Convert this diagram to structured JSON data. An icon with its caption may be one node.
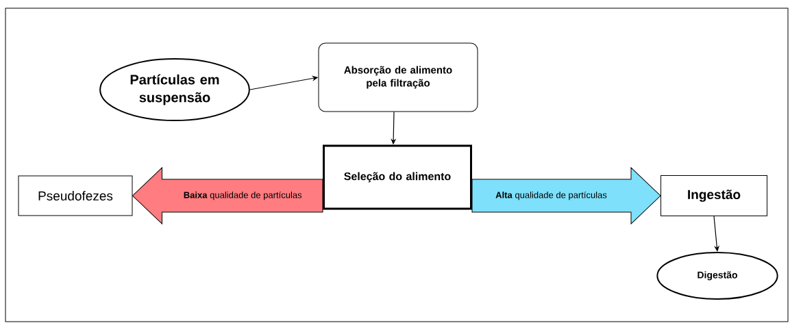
{
  "diagram": {
    "nodes": [
      {
        "text": [
          "Partículas em suspensão"
        ]
      },
      {
        "text": [
          "Absorção de alimento pela filtração"
        ]
      },
      {
        "text": [
          "Seleção do alimento"
        ]
      },
      {
        "text": [
          "Pseudofezes"
        ]
      },
      {
        "text": [
          "Ingestão"
        ]
      },
      {
        "text": [
          "Digestão"
        ]
      }
    ],
    "edges": [
      {
        "from": 0,
        "to": 1,
        "arrow": "to"
      },
      {
        "from": 1,
        "to": 2,
        "arrow": "to"
      },
      {
        "from": 2,
        "to": 3,
        "arrow": "to",
        "label": "**Baixa** qualidade de partículas",
        "style": "thick",
        "color": "#ff7c80"
      },
      {
        "from": 2,
        "to": 4,
        "arrow": "to",
        "label": "**Alta** qualidade de partículas",
        "style": "thick",
        "color": "#7ee0fa"
      },
      {
        "from": 4,
        "to": 5,
        "arrow": "to"
      }
    ]
  }
}
